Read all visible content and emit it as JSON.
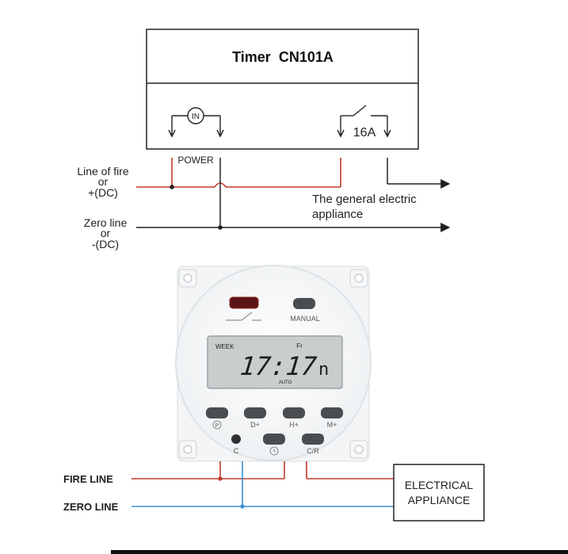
{
  "top_diagram": {
    "title": "Timer  CN101A",
    "in_symbol": "IN",
    "relay_rating": "16A",
    "power_label": "POWER",
    "line_fire": [
      "Line of fire",
      "or",
      "+(DC)"
    ],
    "line_zero": [
      "Zero line",
      "or",
      "-(DC)"
    ],
    "appliance_text": [
      "The general electric",
      "appliance"
    ]
  },
  "device": {
    "manual_label": "MANUAL",
    "lcd_week": "WEEK",
    "lcd_day": "Fr",
    "lcd_time": "17:17",
    "lcd_suffix": "n",
    "lcd_mode": "AUTO",
    "button_labels": [
      "P",
      "D+",
      "H+",
      "M+"
    ],
    "bottom_labels": [
      "C",
      "C/R"
    ]
  },
  "bottom_diagram": {
    "fire_line": "FIRE LINE",
    "zero_line": "ZERO LINE",
    "appliance": [
      "ELECTRICAL",
      "APPLIANCE"
    ]
  },
  "colors": {
    "fire": "#c0392b",
    "zero": "#3b8fd6",
    "ink": "#1f1f1f",
    "lcd": "#c9cdcd"
  }
}
